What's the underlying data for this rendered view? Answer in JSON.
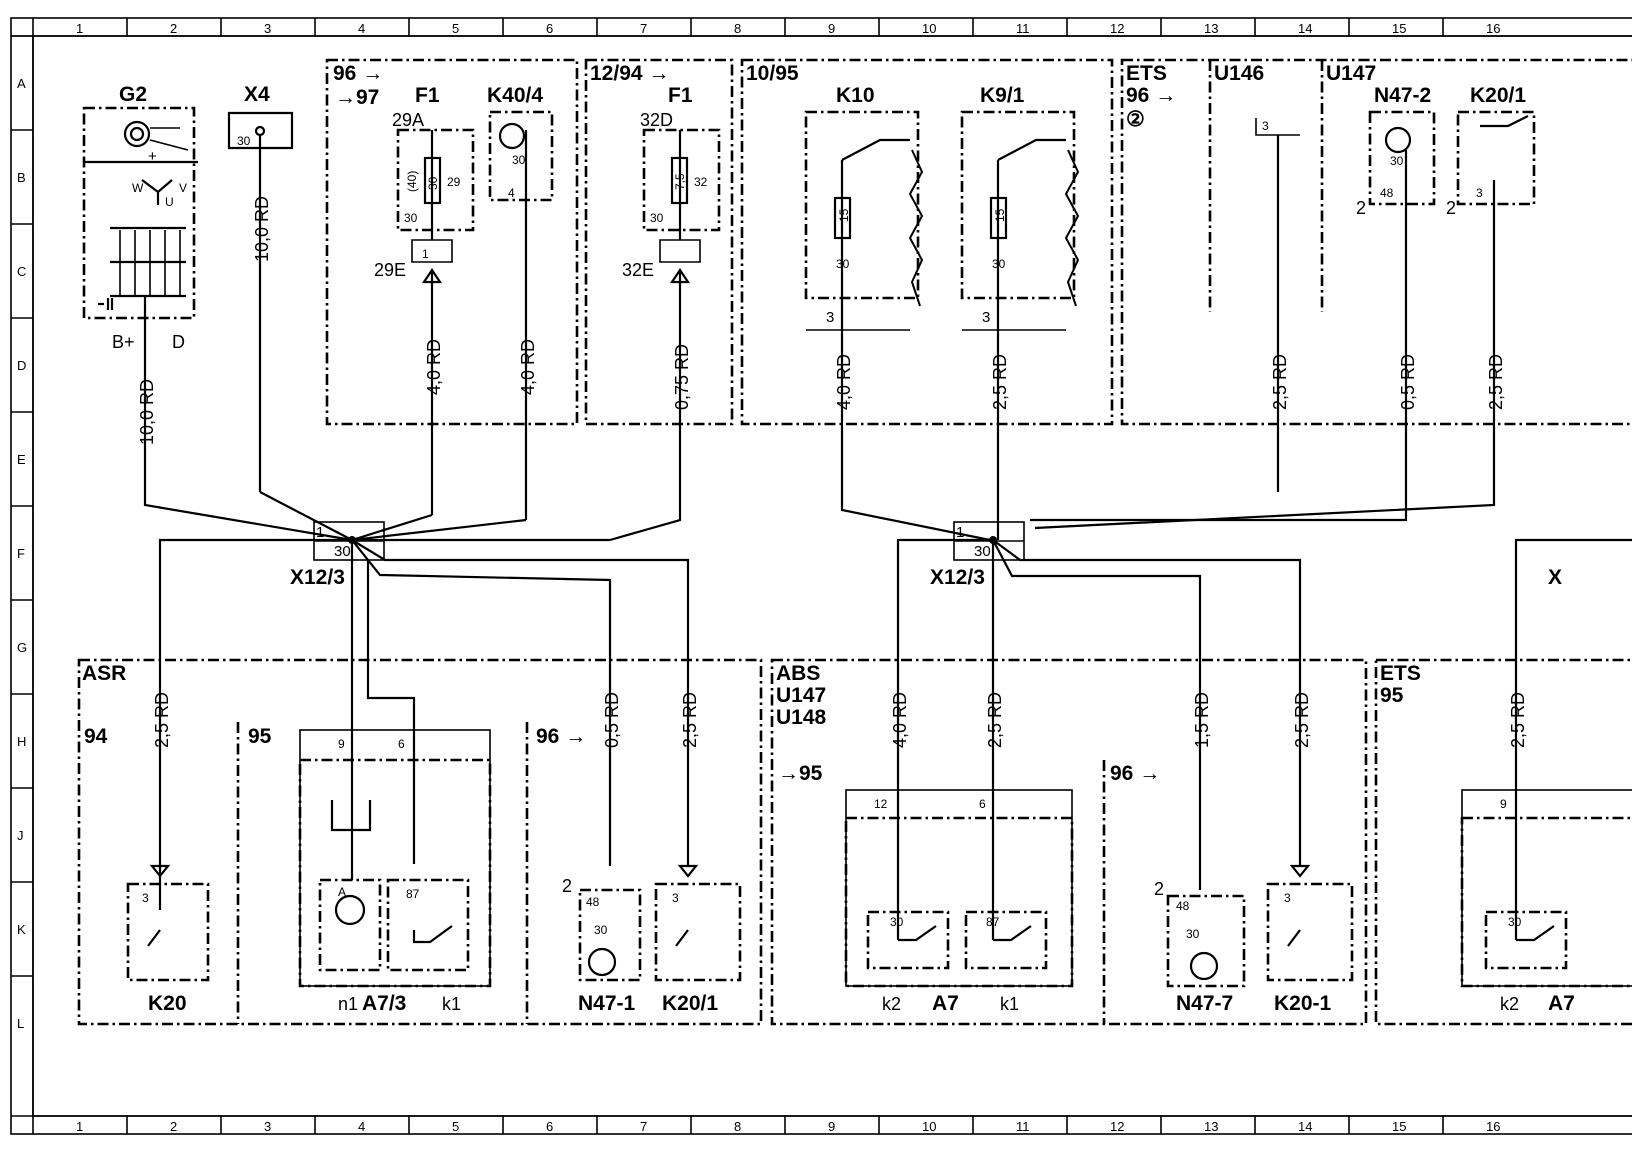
{
  "sheet": {
    "columns": [
      "1",
      "2",
      "3",
      "4",
      "5",
      "6",
      "7",
      "8",
      "9",
      "10",
      "11",
      "12",
      "13",
      "14",
      "15",
      "16"
    ],
    "rows": [
      "A",
      "B",
      "C",
      "D",
      "E",
      "F",
      "G",
      "H",
      "J",
      "K",
      "L"
    ]
  },
  "top": {
    "g2": {
      "label": "G2",
      "plus": "+",
      "w": "W",
      "u": "U",
      "v": "V",
      "bplus": "B+",
      "d": "D",
      "wire": "10,0 RD"
    },
    "x4": {
      "label": "X4",
      "pin": "30",
      "wire": "10,0 RD"
    },
    "box1": {
      "code1": "96 →",
      "code2": "→97",
      "f1": "F1",
      "k404": "K40/4",
      "p29a": "29A",
      "p29e": "29E",
      "p29": "29",
      "p30a": "30",
      "p30b": "30",
      "p40": "(40)",
      "p30f": "30",
      "p1": "1",
      "t30": "30",
      "t4": "4",
      "wireA": "4,0 RD",
      "wireB": "4,0 RD"
    },
    "box2": {
      "code": "12/94 →",
      "f1": "F1",
      "p32d": "32D",
      "p32e": "32E",
      "p32": "32",
      "fuse": "7,5",
      "p30": "30",
      "wire": "0,75 RD"
    },
    "box3": {
      "code": "10/95",
      "k10": "K10",
      "k91": "K9/1",
      "f15a": "15",
      "f15b": "15",
      "p30a": "30",
      "p30b": "30",
      "p3a": "3",
      "p3b": "3",
      "wireA": "4,0 RD",
      "wireB": "2,5 RD"
    },
    "box4": {
      "ets": "ETS",
      "code": "96 →",
      "circ": "②",
      "u146": "U146",
      "u147": "U147",
      "n472": "N47-2",
      "k201": "K20/1",
      "p3y": "3",
      "p30": "30",
      "p48": "48",
      "p3": "3",
      "two1": "2",
      "two2": "2",
      "wireA": "2,5 RD",
      "wireB": "0,5 RD",
      "wireC": "2,5 RD"
    }
  },
  "splices": {
    "left": {
      "label": "X12/3",
      "pin1": "1",
      "pin30": "30"
    },
    "right": {
      "label": "X12/3",
      "pin1": "1",
      "pin30": "30"
    },
    "cut": "X"
  },
  "bottom": {
    "asr": {
      "title": "ASR",
      "c94": "94",
      "c95": "95",
      "c96": "96 →",
      "wireK20": "2,5 RD",
      "wireN47": "0,5 RD",
      "wireK201": "2,5 RD",
      "pinK20": "3",
      "pin9": "9",
      "pin6": "6",
      "pinA": "A",
      "pin87": "87",
      "pin48": "48",
      "pin30": "30",
      "pinK201": "3",
      "two": "2",
      "k20": "K20",
      "n1": "n1",
      "a73": "A7/3",
      "k1": "k1",
      "n471": "N47-1",
      "k201": "K20/1"
    },
    "abs": {
      "title1": "ABS",
      "title2": "U147",
      "title3": "U148",
      "c95": "→95",
      "c96": "96 →",
      "wire40": "4,0 RD",
      "wire25a": "2,5 RD",
      "wire15": "1,5 RD",
      "wire25b": "2,5 RD",
      "pin12": "12",
      "pin6": "6",
      "pin30": "30",
      "pin87": "87",
      "pin48": "48",
      "pin30b": "30",
      "pin3": "3",
      "two": "2",
      "k2": "k2",
      "a7": "A7",
      "k1": "k1",
      "n477": "N47-7",
      "k20d1": "K20-1"
    },
    "ets": {
      "title": "ETS",
      "code": "95",
      "wire": "2,5 RD",
      "pin9": "9",
      "pin30": "30",
      "k2": "k2",
      "a7": "A7"
    }
  }
}
